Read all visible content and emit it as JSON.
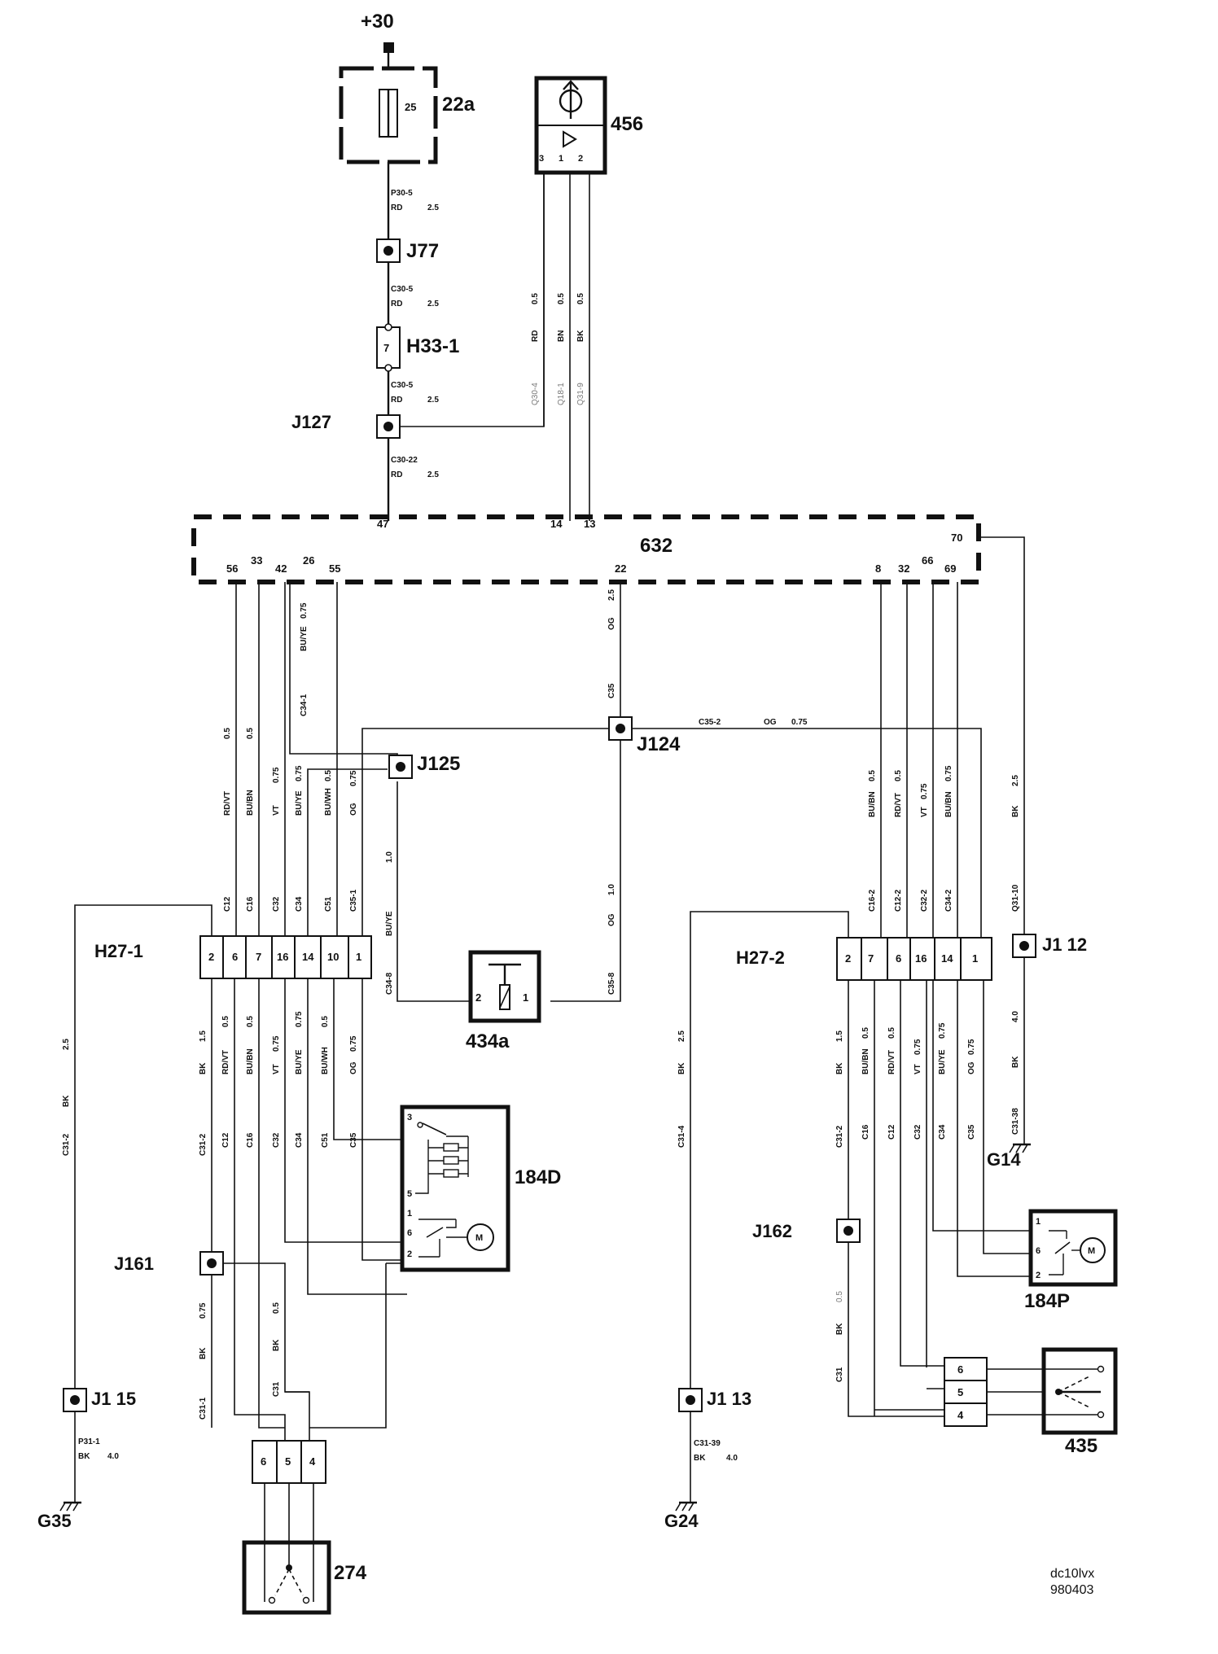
{
  "supply": "+30",
  "components": {
    "fuse": {
      "label": "22a",
      "value": "25"
    },
    "c456": {
      "label": "456",
      "pins": [
        "3",
        "1",
        "2"
      ]
    },
    "ecu": {
      "label": "632",
      "top_pins": [
        "47",
        "14",
        "13"
      ],
      "bottom_pins": [
        "56",
        "33",
        "42",
        "26",
        "55",
        "22",
        "8",
        "32",
        "66",
        "69"
      ],
      "right_pin": "70"
    },
    "c434a": {
      "label": "434a",
      "pins": [
        "2",
        "1"
      ]
    },
    "c184d": {
      "label": "184D",
      "pins": [
        "3",
        "5",
        "1",
        "6",
        "2"
      ]
    },
    "c184p": {
      "label": "184P",
      "pins": [
        "1",
        "6",
        "2"
      ]
    },
    "c435": {
      "label": "435"
    },
    "c274": {
      "label": "274"
    },
    "motor": "M"
  },
  "junctions": {
    "j77": "J77",
    "j127": "J127",
    "j125": "J125",
    "j124": "J124",
    "j161": "J161",
    "j162": "J162",
    "j1_12": "J1  12",
    "j1_15": "J1  15",
    "j1_13": "J1  13"
  },
  "connectors": {
    "h33": {
      "label": "H33-1",
      "pin": "7"
    },
    "h27_1": {
      "label": "H27-1",
      "pins": [
        "2",
        "6",
        "7",
        "16",
        "14",
        "10",
        "1"
      ]
    },
    "h27_2": {
      "label": "H27-2",
      "pins": [
        "2",
        "7",
        "6",
        "16",
        "14",
        "1"
      ]
    },
    "c274_conn": {
      "pins": [
        "6",
        "5",
        "4"
      ]
    },
    "c435_conn": {
      "pins": [
        "6",
        "5",
        "4"
      ]
    }
  },
  "grounds": {
    "g35": "G35",
    "g24": "G24",
    "g14": "G14"
  },
  "wire_labels": {
    "p30_5": "P30-5",
    "rd": "RD",
    "v25": "2.5",
    "c30_5": "C30-5",
    "c30_22": "C30-22",
    "q30_4": "Q30-4",
    "q18_1": "Q18-1",
    "q31_9": "Q31-9",
    "bn": "BN",
    "bk": "BK",
    "v05": "0.5",
    "v075": "0.75",
    "v10": "1.0",
    "v15": "1.5",
    "v40": "4.0",
    "buye": "BU/YE",
    "og": "OG",
    "rdvt": "RD/VT",
    "bubn": "BU/BN",
    "vt": "VT",
    "buwh": "BU/WH",
    "c35": "C35",
    "c35_2": "C35-2",
    "c34_1": "C34-1",
    "c34_8": "C34-8",
    "c35_8": "C35-8",
    "c12": "C12",
    "c16": "C16",
    "c32": "C32",
    "c34": "C34",
    "c51": "C51",
    "c35_1": "C35-1",
    "c16_2": "C16-2",
    "c12_2": "C12-2",
    "c32_2": "C32-2",
    "c34_2": "C34-2",
    "c31_2": "C31-2",
    "c31_1": "C31-1",
    "c31": "C31",
    "c31_4": "C31-4",
    "q31_10": "Q31-10",
    "c31_38": "C31-38",
    "c31_39": "C31-39",
    "p31_1": "P31-1"
  },
  "footer": {
    "code": "dc10lvx",
    "date": "980403"
  }
}
